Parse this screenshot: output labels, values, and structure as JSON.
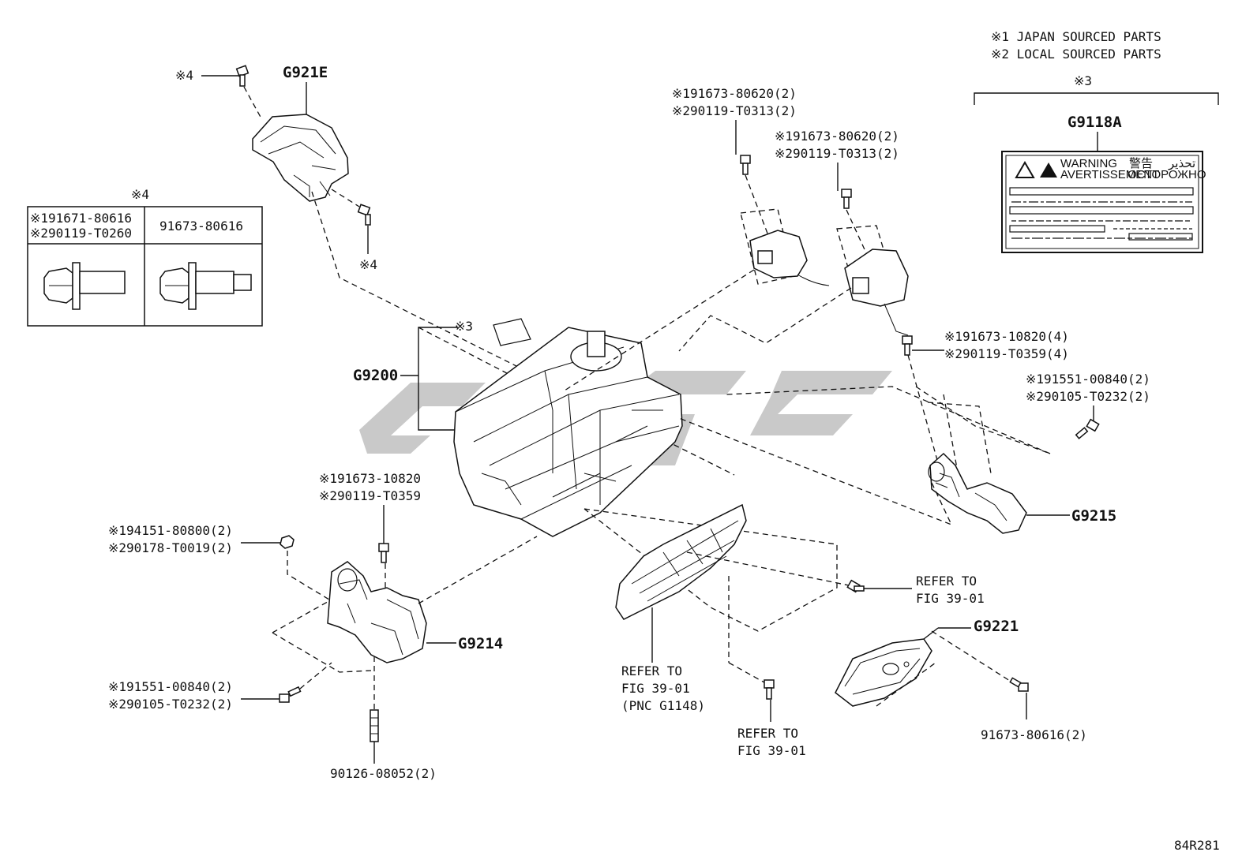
{
  "legend": {
    "line1": "※1 JAPAN SOURCED PARTS",
    "line2": "※2 LOCAL SOURCED PARTS"
  },
  "label_group": {
    "mark": "※3",
    "code": "G9118A",
    "warning_en": "WARNING",
    "warning_fr": "AVERTISSEMENT",
    "warning_jp": "警告",
    "warning_ru": "ОСТОРОЖНО",
    "warning_ar": "تحذير"
  },
  "callouts": {
    "g921e": "G921E",
    "g9200": "G9200",
    "g9215": "G9215",
    "g9214": "G9214",
    "g9221": "G9221",
    "mark3_center": "※3",
    "mark4_top": "※4",
    "mark4_bolt": "※4",
    "sensor1_line1": "※191673-80620(2)",
    "sensor1_line2": "※290119-T0313(2)",
    "sensor2_line1": "※191673-80620(2)",
    "sensor2_line2": "※290119-T0313(2)",
    "right_bolt_line1": "※191673-10820(4)",
    "right_bolt_line2": "※290119-T0359(4)",
    "right_bolt2_line1": "※191551-00840(2)",
    "right_bolt2_line2": "※290105-T0232(2)",
    "left_bolt_line1": "※191673-10820",
    "left_bolt_line2": "※290119-T0359",
    "nut_line1": "※194151-80800(2)",
    "nut_line2": "※290178-T0019(2)",
    "lower_bolt_line1": "※191551-00840(2)",
    "lower_bolt_line2": "※290105-T0232(2)",
    "stud": "90126-08052(2)",
    "refer1_line1": "REFER TO",
    "refer1_line2": "FIG 39-01",
    "refer2_line1": "REFER TO",
    "refer2_line2": "FIG 39-01",
    "refer2_line3": "(PNC G1148)",
    "refer3_line1": "REFER TO",
    "refer3_line2": "FIG 39-01",
    "g9221_bolt": "91673-80616(2)",
    "figure_id": "84R281"
  },
  "bolt_table": {
    "mark": "※4",
    "left_line1": "※191671-80616",
    "left_line2": "※290119-T0260",
    "right_line1": "91673-80616"
  },
  "watermark_color": "#c9c9c9"
}
